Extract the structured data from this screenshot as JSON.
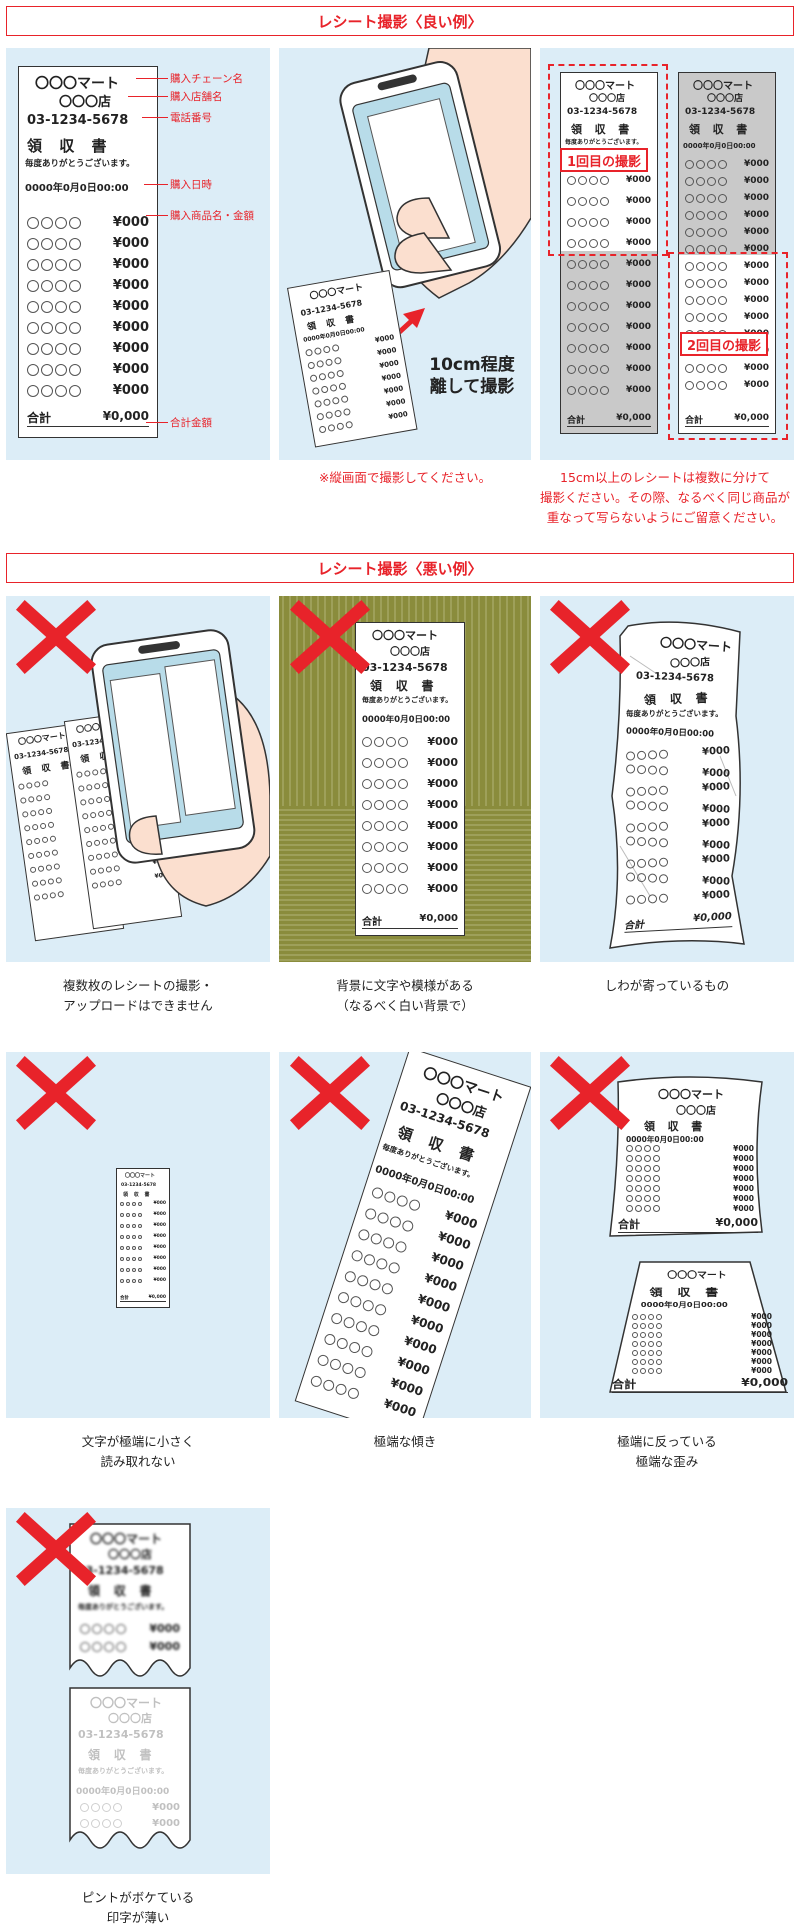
{
  "good_section": {
    "title": "レシート撮影〈良い例〉"
  },
  "bad_section": {
    "title": "レシート撮影〈悪い例〉"
  },
  "receipt": {
    "chain": "〇〇〇マート",
    "store": "〇〇〇店",
    "phone": "03-1234-5678",
    "title": "領 収 書",
    "thanks": "毎度ありがとうございます。",
    "date": "0000年0月0日00:00",
    "price": "¥000",
    "total_label": "合計",
    "total_value": "¥0,000"
  },
  "annotations": {
    "chain": "購入チェーン名",
    "store": "購入店舗名",
    "phone": "電話番号",
    "datetime": "購入日時",
    "items": "購入商品名・金額",
    "total": "合計金額"
  },
  "good_captions": {
    "portrait": "※縦画面で撮影してください。",
    "distance_line1": "10cm程度",
    "distance_line2": "離して撮影",
    "split_line1": "15cm以上のレシートは複数に分けて",
    "split_line2": "撮影ください。その際、なるべく同じ商品が",
    "split_line3": "重なって写らないようにご留意ください。",
    "shot1": "1回目の撮影",
    "shot2": "2回目の撮影"
  },
  "bad_captions": {
    "multiple_line1": "複数枚のレシートの撮影・",
    "multiple_line2": "アップロードはできません",
    "background_line1": "背景に文字や模様がある",
    "background_line2": "（なるべく白い背景で）",
    "wrinkled": "しわが寄っているもの",
    "small_line1": "文字が極端に小さく",
    "small_line2": "読み取れない",
    "tilt": "極端な傾き",
    "warped_line1": "極端に反っている",
    "warped_line2": "極端な歪み",
    "blur_line1": "ピントがボケている",
    "blur_line2": "印字が薄い"
  },
  "colors": {
    "accent": "#e8232a",
    "panel_bg": "#dcedf7",
    "carpet": "#8a8c3c",
    "phone_screen": "#b8dce9",
    "skin": "#fbdfcf"
  }
}
